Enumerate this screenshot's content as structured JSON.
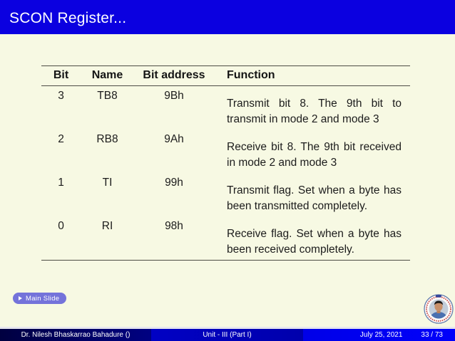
{
  "slide": {
    "title": "SCON Register...",
    "background_color": "#f7f9e3",
    "title_bar_color": "#0b00e0"
  },
  "table": {
    "headers": [
      "Bit",
      "Name",
      "Bit address",
      "Function"
    ],
    "rows": [
      {
        "bit": "3",
        "name": "TB8",
        "address": "9Bh",
        "function": "Transmit bit 8. The 9th bit to transmit in mode 2 and mode 3"
      },
      {
        "bit": "2",
        "name": "RB8",
        "address": "9Ah",
        "function": "Receive bit 8. The 9th bit re­ceived in mode 2 and mode 3"
      },
      {
        "bit": "1",
        "name": "TI",
        "address": "99h",
        "function": "Transmit flag. Set when a byte has been transmitted com­pletely."
      },
      {
        "bit": "0",
        "name": "RI",
        "address": "98h",
        "function": "Receive flag. Set when a byte has been received completely."
      }
    ]
  },
  "nav": {
    "main_slide_label": "Main Slide",
    "icon": "play-triangle-icon",
    "button_color": "#7473da"
  },
  "logo": {
    "description": "circular portrait badge with red ring text"
  },
  "footer": {
    "author": "Dr. Nilesh Bhaskarrao Bahadure ()",
    "unit": "Unit - III (Part I)",
    "date": "July 25, 2021",
    "page": "33 / 73",
    "left_color": "#000066",
    "middle_color": "#0000b4",
    "right_color": "#0000f0"
  }
}
